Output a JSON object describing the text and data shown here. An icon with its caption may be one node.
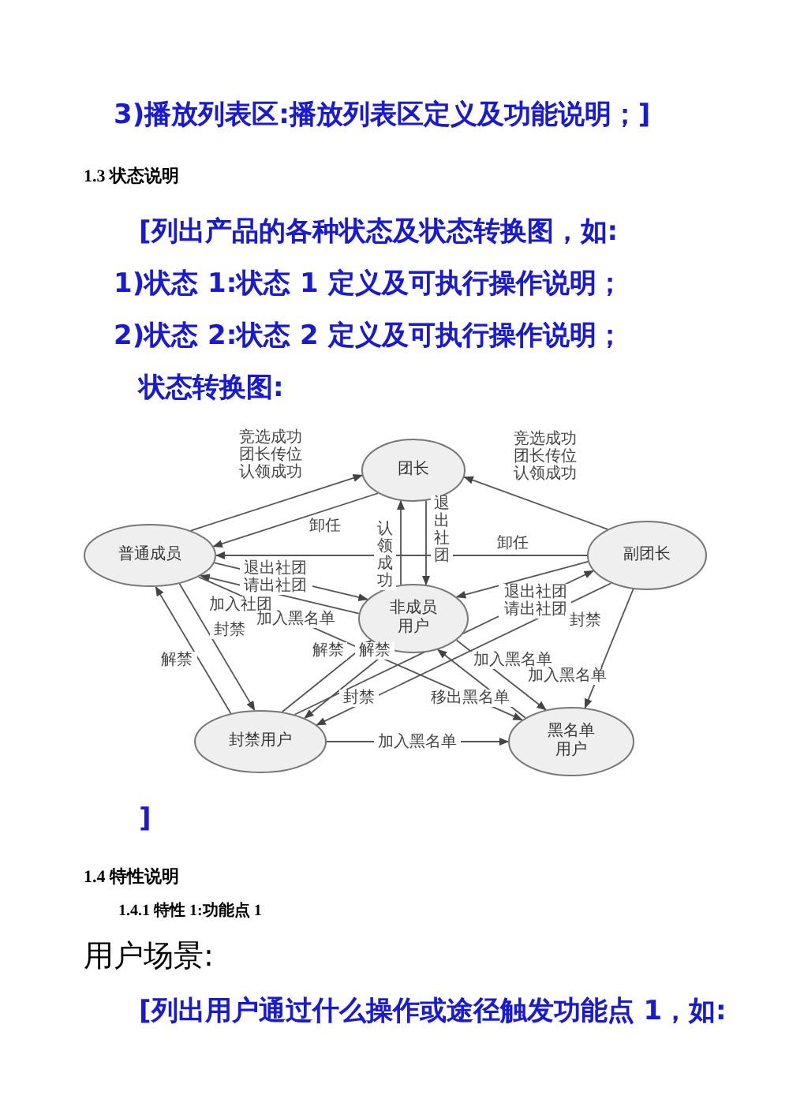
{
  "diagram": {
    "nodes": [
      {
        "text": [
          "团长"
        ]
      },
      {
        "text": [
          "普通成员"
        ]
      },
      {
        "text": [
          "非成员用户"
        ]
      },
      {
        "text": [
          "副团长"
        ]
      },
      {
        "text": [
          "封禁用户"
        ]
      },
      {
        "text": [
          "黑名单用户"
        ]
      }
    ],
    "edges": [
      {
        "from": 1,
        "to": 0,
        "arrow": "to",
        "label": "竞选成功团长传位认领成功"
      },
      {
        "from": 0,
        "to": 1,
        "arrow": "to",
        "label": "卸任"
      },
      {
        "from": 3,
        "to": 0,
        "arrow": "to",
        "label": "竞选成功团长传位认领成功"
      },
      {
        "from": 3,
        "to": 1,
        "arrow": "to",
        "label": "卸任"
      },
      {
        "from": 0,
        "to": 2,
        "arrow": "to",
        "label": "退出社团"
      },
      {
        "from": 2,
        "to": 0,
        "arrow": "to",
        "label": "认领成功"
      },
      {
        "from": 1,
        "to": 2,
        "arrow": "to",
        "label": "退出社团请出社团"
      },
      {
        "from": 2,
        "to": 1,
        "arrow": "to",
        "label": "加入社团"
      },
      {
        "from": 3,
        "to": 2,
        "arrow": "to",
        "label": "退出社团请出社团"
      },
      {
        "from": 1,
        "to": 4,
        "arrow": "to",
        "label": "封禁"
      },
      {
        "from": 4,
        "to": 1,
        "arrow": "to",
        "label": "解禁"
      },
      {
        "from": 1,
        "to": 5,
        "arrow": "to",
        "label": "加入黑名单"
      },
      {
        "from": 2,
        "to": 4,
        "arrow": "to",
        "label": "封禁"
      },
      {
        "from": 4,
        "to": 2,
        "arrow": "to",
        "label": "解禁"
      },
      {
        "from": 3,
        "to": 4,
        "arrow": "to",
        "label": "封禁"
      },
      {
        "from": 4,
        "to": 3,
        "arrow": "to",
        "label": "解禁"
      },
      {
        "from": 4,
        "to": 5,
        "arrow": "to",
        "label": "加入黑名单"
      },
      {
        "from": 2,
        "to": 5,
        "arrow": "to",
        "label": "加入黑名单"
      },
      {
        "from": 5,
        "to": 2,
        "arrow": "to",
        "label": "移出黑名单"
      },
      {
        "from": 3,
        "to": 5,
        "arrow": "to",
        "label": "加入黑名单"
      }
    ],
    "labels": [
      "3)播放列表区:播放列表区定义及功能说明；]",
      "1.3 状态说明",
      "[列出产品的各种状态及状态转换图，如:",
      "1)状态 1:状态 1 定义及可执行操作说明；",
      "2)状态 2:状态 2 定义及可执行操作说明；",
      "状态转换图:",
      "]",
      "1.4 特性说明",
      "1.4.1 特性 1:功能点 1",
      "用户场景:",
      "[列出用户通过什么操作或途径触发功能点 1，如:"
    ]
  }
}
